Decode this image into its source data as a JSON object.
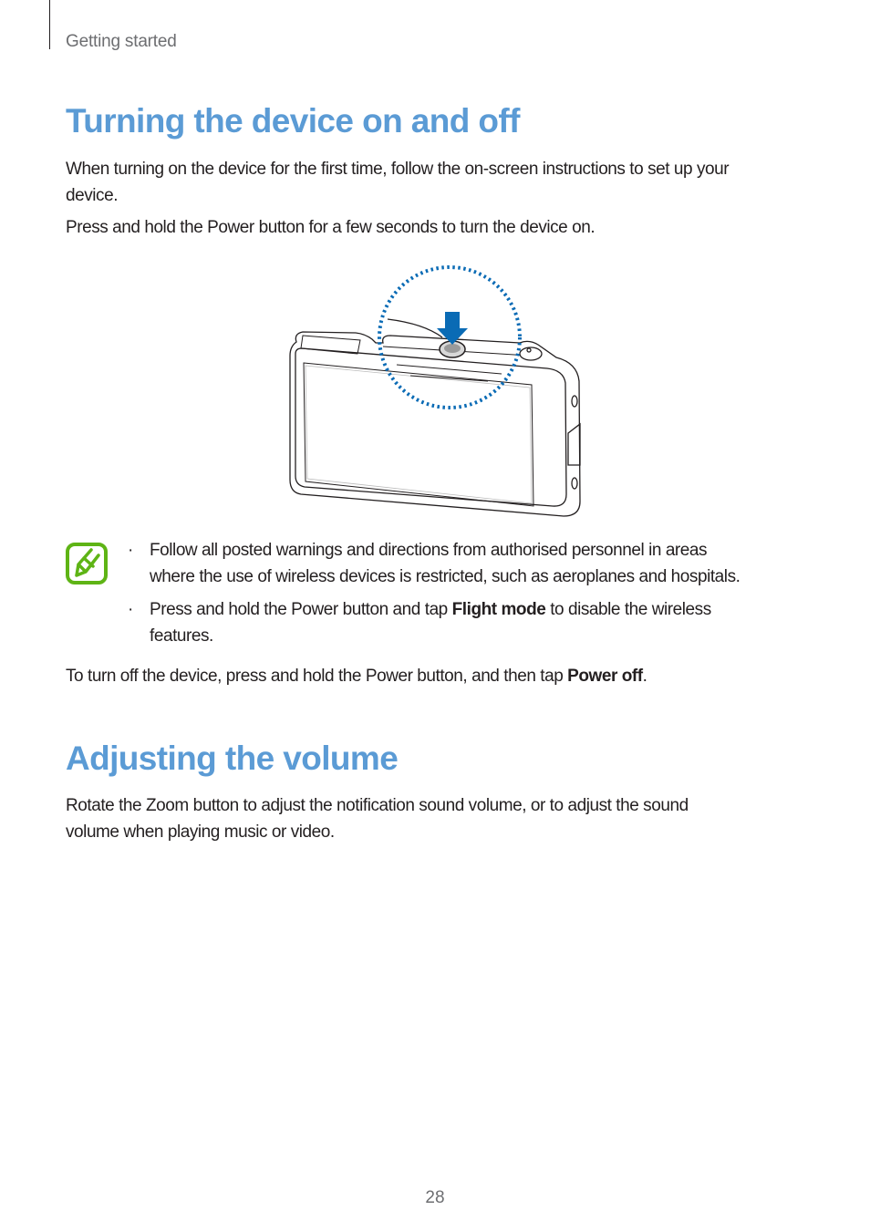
{
  "header": {
    "running_head": "Getting started"
  },
  "section1": {
    "title": "Turning the device on and off",
    "intro_line1": "When turning on the device for the first time, follow the on-screen instructions to set up your",
    "intro_line2": "device.",
    "power_on": "Press and hold the Power button for a few seconds to turn the device on.",
    "figure": {
      "description": "camera-device-power-button-illustration",
      "arrow_color": "#0a6bb5",
      "highlight_color": "#0a6bb5"
    },
    "note": {
      "icon": "note-pencil-icon",
      "icon_color": "#5eb415",
      "bullets": [
        {
          "line1": "Follow all posted warnings and directions from authorised personnel in areas",
          "line2": "where the use of wireless devices is restricted, such as aeroplanes and hospitals."
        },
        {
          "line1_pre": "Press and hold the Power button and tap ",
          "line1_bold": "Flight mode",
          "line1_post": " to disable the wireless",
          "line2": "features."
        }
      ]
    },
    "power_off_pre": "To turn off the device, press and hold the Power button, and then tap ",
    "power_off_bold": "Power off",
    "power_off_post": "."
  },
  "section2": {
    "title": "Adjusting the volume",
    "body_line1": "Rotate the Zoom button to adjust the notification sound volume, or to adjust the sound",
    "body_line2": "volume when playing music or video."
  },
  "footer": {
    "page_number": "28"
  },
  "colors": {
    "heading": "#5b9bd5",
    "body": "#231f20",
    "muted": "#6d6e71"
  }
}
